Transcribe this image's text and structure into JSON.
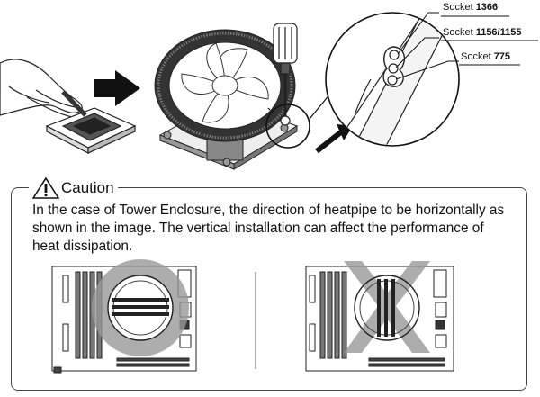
{
  "sockets": [
    {
      "prefix": "Socket ",
      "number": "1366"
    },
    {
      "prefix": "Socket ",
      "number": "1156/1155"
    },
    {
      "prefix": "Socket ",
      "number": "775"
    }
  ],
  "caution": {
    "title": "Caution",
    "body": "In the case of Tower Enclosure, the direction of heatpipe to be horizontally as shown in the image. The vertical installation can affect the performance of heat dissipation."
  },
  "icons": [
    "hand-applying-paste-icon",
    "arrow-right-icon",
    "cpu-cooler-icon",
    "screwdriver-icon",
    "magnified-mounting-hole-icon",
    "curved-arrow-icon",
    "warning-triangle-icon",
    "correct-orientation-circle-icon",
    "wrong-orientation-x-icon"
  ]
}
